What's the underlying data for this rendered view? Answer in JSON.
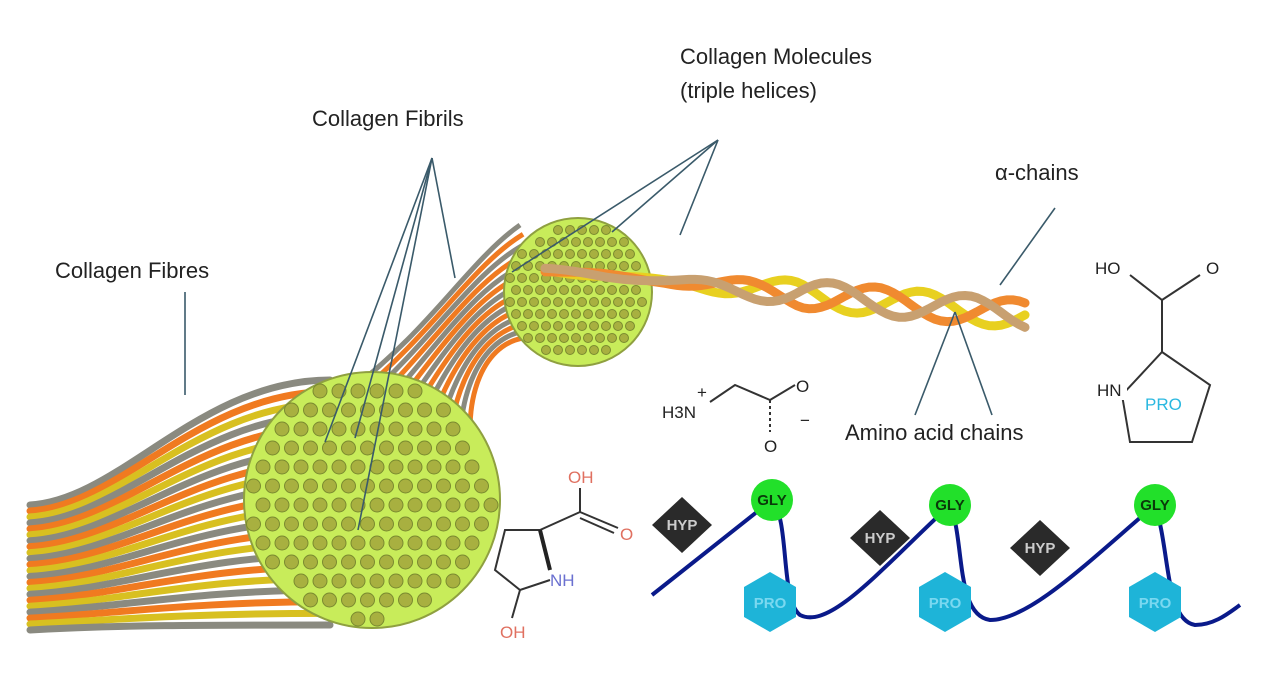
{
  "labels": {
    "fibres": "Collagen Fibres",
    "fibrils": "Collagen Fibrils",
    "molecules_line1": "Collagen Molecules",
    "molecules_line2": "(triple helices)",
    "alpha_chains": "α-chains",
    "amino_acid_chains": "Amino acid chains"
  },
  "glycine": {
    "h3n": "H3N",
    "plus": "+",
    "o_top": "O",
    "o_bottom": "O",
    "minus": "−"
  },
  "proline": {
    "ho": "HO",
    "o": "O",
    "hn": "HN",
    "name": "PRO"
  },
  "hydroxyproline": {
    "oh_top": "OH",
    "o": "O",
    "nh": "NH",
    "oh_bottom": "OH"
  },
  "chain": {
    "units": [
      {
        "hyp": "HYP",
        "gly": "GLY",
        "pro": "PRO"
      },
      {
        "hyp": "HYP",
        "gly": "GLY",
        "pro": "PRO"
      },
      {
        "hyp": "HYP",
        "gly": "GLY",
        "pro": "PRO"
      }
    ]
  },
  "colors": {
    "gly": "#22e02a",
    "pro": "#1eb4d8",
    "hyp": "#2a2a2a",
    "backbone": "#0a1a8a",
    "fibre_orange": "#f07a20",
    "fibril_green": "#c8ec5a",
    "pro_label": "#2ab8e0",
    "oxygen": "#e07060",
    "nitrogen": "#6a70d0"
  }
}
